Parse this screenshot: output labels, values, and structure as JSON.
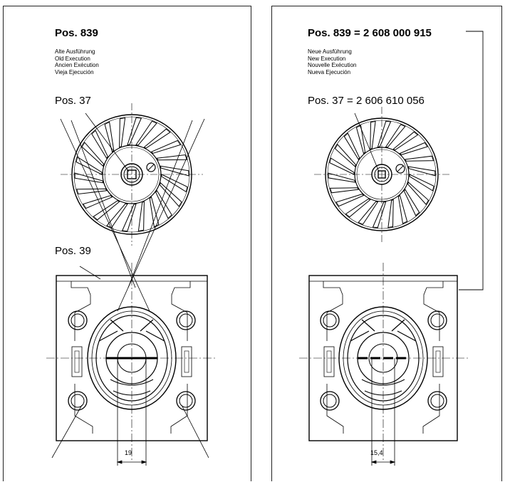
{
  "left": {
    "title": "Pos. 839",
    "execution_lines": [
      "Alte Ausführung",
      "Old Execution",
      "Ancien Exécution",
      "Vieja Ejecución"
    ],
    "pos_fan": "Pos. 37",
    "pos_housing": "Pos. 39",
    "dimension": "19"
  },
  "right": {
    "title": "Pos. 839 = 2 608 000 915",
    "execution_lines": [
      "Neue Ausführung",
      "New Execution",
      "Nouvelle Exécution",
      "Nueva Ejecución"
    ],
    "pos_fan": "Pos. 37 = 2 606 610 056",
    "dimension": "15,4"
  }
}
